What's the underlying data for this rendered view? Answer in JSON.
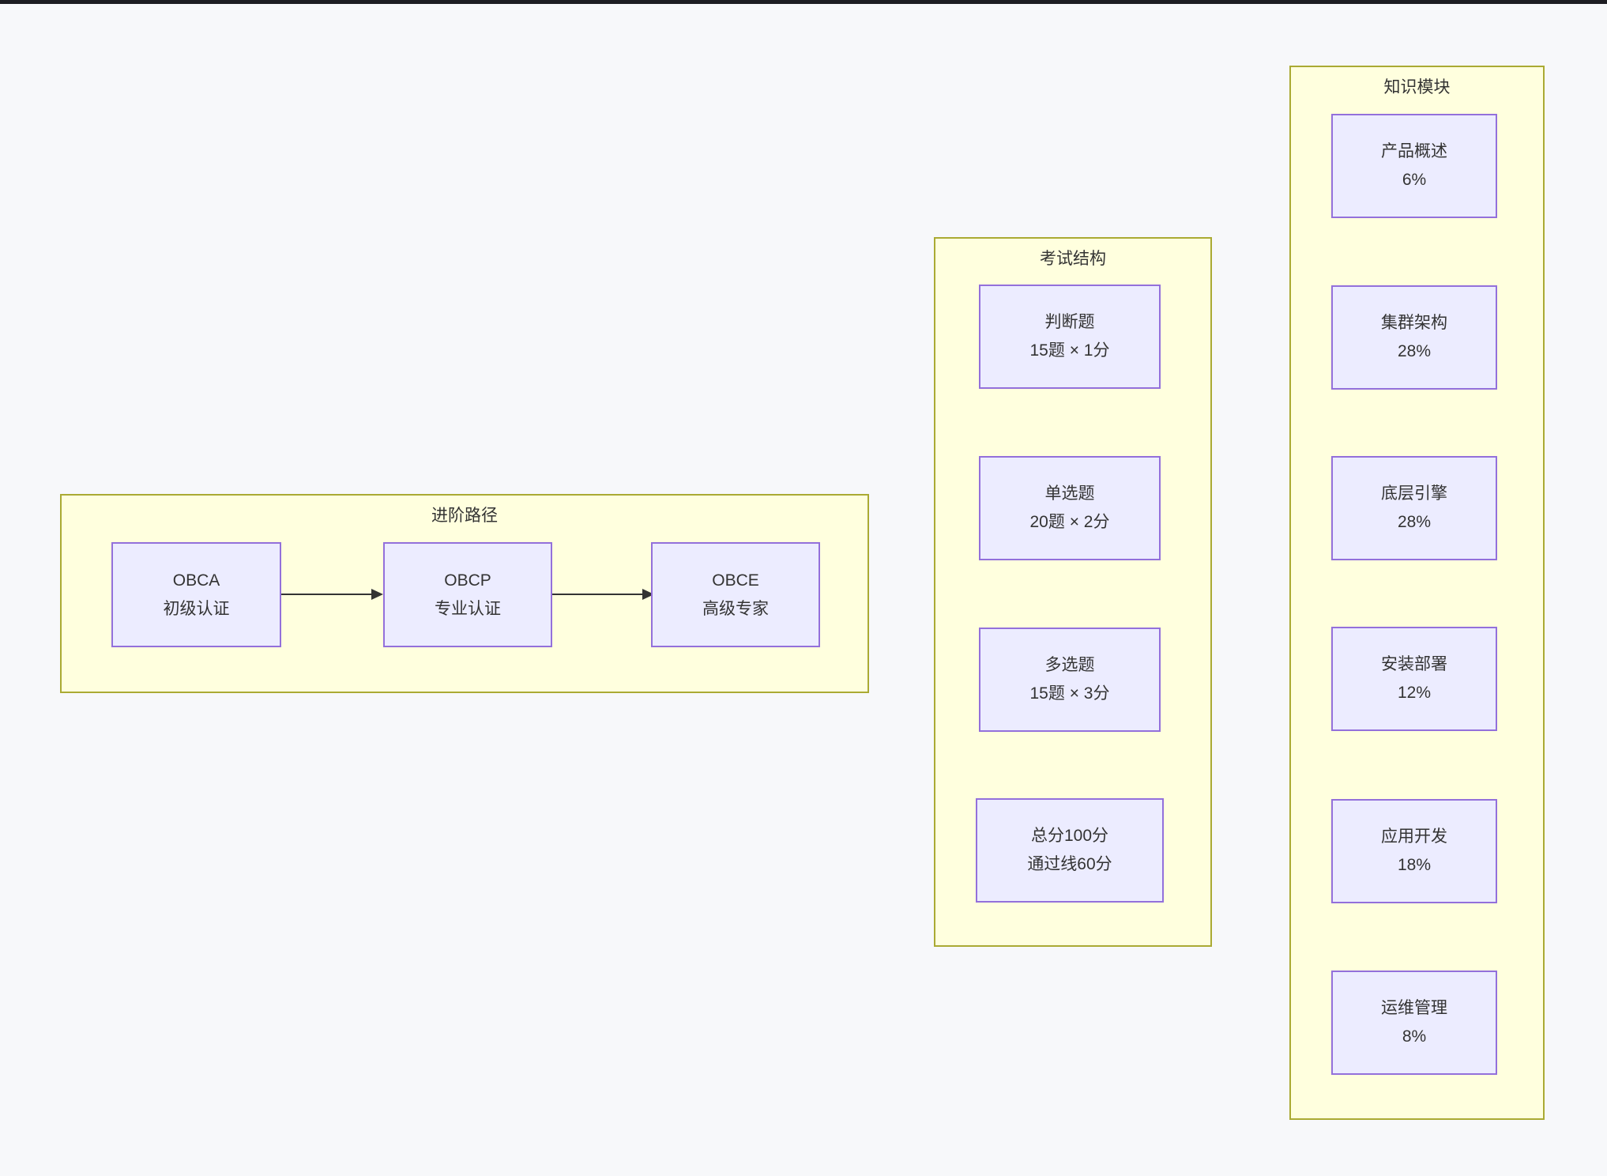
{
  "page": {
    "background_color": "#f7f8fa",
    "top_edge_color": "#1d1d22"
  },
  "diagram": {
    "type": "flowchart",
    "colors": {
      "node_fill": "#ececff",
      "node_border": "#9370db",
      "group_fill": "#ffffde",
      "group_border": "#aaaa33",
      "text": "#333333",
      "arrow": "#333333"
    },
    "groups": [
      {
        "title": "进阶路径",
        "nodes": [
          {
            "line1": "OBCA",
            "line2": "初级认证"
          },
          {
            "line1": "OBCP",
            "line2": "专业认证"
          },
          {
            "line1": "OBCE",
            "line2": "高级专家"
          }
        ],
        "edges": [
          {
            "from": "OBCA 初级认证",
            "to": "OBCP 专业认证"
          },
          {
            "from": "OBCP 专业认证",
            "to": "OBCE 高级专家"
          }
        ]
      },
      {
        "title": "考试结构",
        "nodes": [
          {
            "line1": "判断题",
            "line2": "15题 × 1分"
          },
          {
            "line1": "单选题",
            "line2": "20题 × 2分"
          },
          {
            "line1": "多选题",
            "line2": "15题 × 3分"
          },
          {
            "line1": "总分100分",
            "line2": "通过线60分"
          }
        ],
        "edges": []
      },
      {
        "title": "知识模块",
        "nodes": [
          {
            "line1": "产品概述",
            "line2": "6%"
          },
          {
            "line1": "集群架构",
            "line2": "28%"
          },
          {
            "line1": "底层引擎",
            "line2": "28%"
          },
          {
            "line1": "安装部署",
            "line2": "12%"
          },
          {
            "line1": "应用开发",
            "line2": "18%"
          },
          {
            "line1": "运维管理",
            "line2": "8%"
          }
        ],
        "edges": []
      }
    ]
  }
}
